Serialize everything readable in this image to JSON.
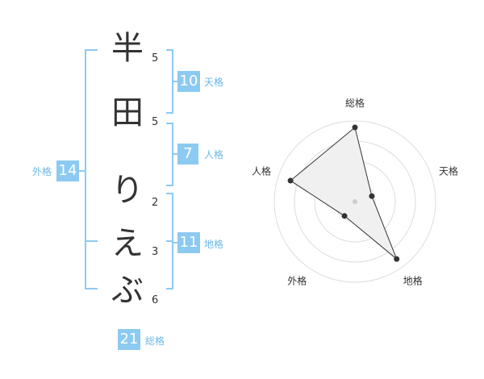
{
  "name": {
    "chars": [
      {
        "char": "半",
        "strokes": "5"
      },
      {
        "char": "田",
        "strokes": "5"
      },
      {
        "char": "り",
        "strokes": "2"
      },
      {
        "char": "え",
        "strokes": "3"
      },
      {
        "char": "ぶ",
        "strokes": "6"
      }
    ]
  },
  "fortunes": {
    "tenkaku": {
      "value": "10",
      "label": "天格"
    },
    "jinkaku": {
      "value": "7",
      "label": "人格"
    },
    "chikaku": {
      "value": "11",
      "label": "地格"
    },
    "gaikaku": {
      "value": "14",
      "label": "外格"
    },
    "soukaku": {
      "value": "21",
      "label": "総格"
    }
  },
  "chart_data": {
    "type": "radar",
    "axes": [
      "総格",
      "天格",
      "地格",
      "外格",
      "人格"
    ],
    "values": [
      0.92,
      0.22,
      0.88,
      0.22,
      0.84
    ],
    "rings": 4,
    "colors": {
      "ring": "#dddddd",
      "fill": "#f0f0f0",
      "line": "#333333",
      "point": "#333333",
      "center": "#cccccc"
    }
  },
  "colors": {
    "accent": "#8ccaf2",
    "accent_text": "#6bb8e6",
    "text": "#333333"
  }
}
